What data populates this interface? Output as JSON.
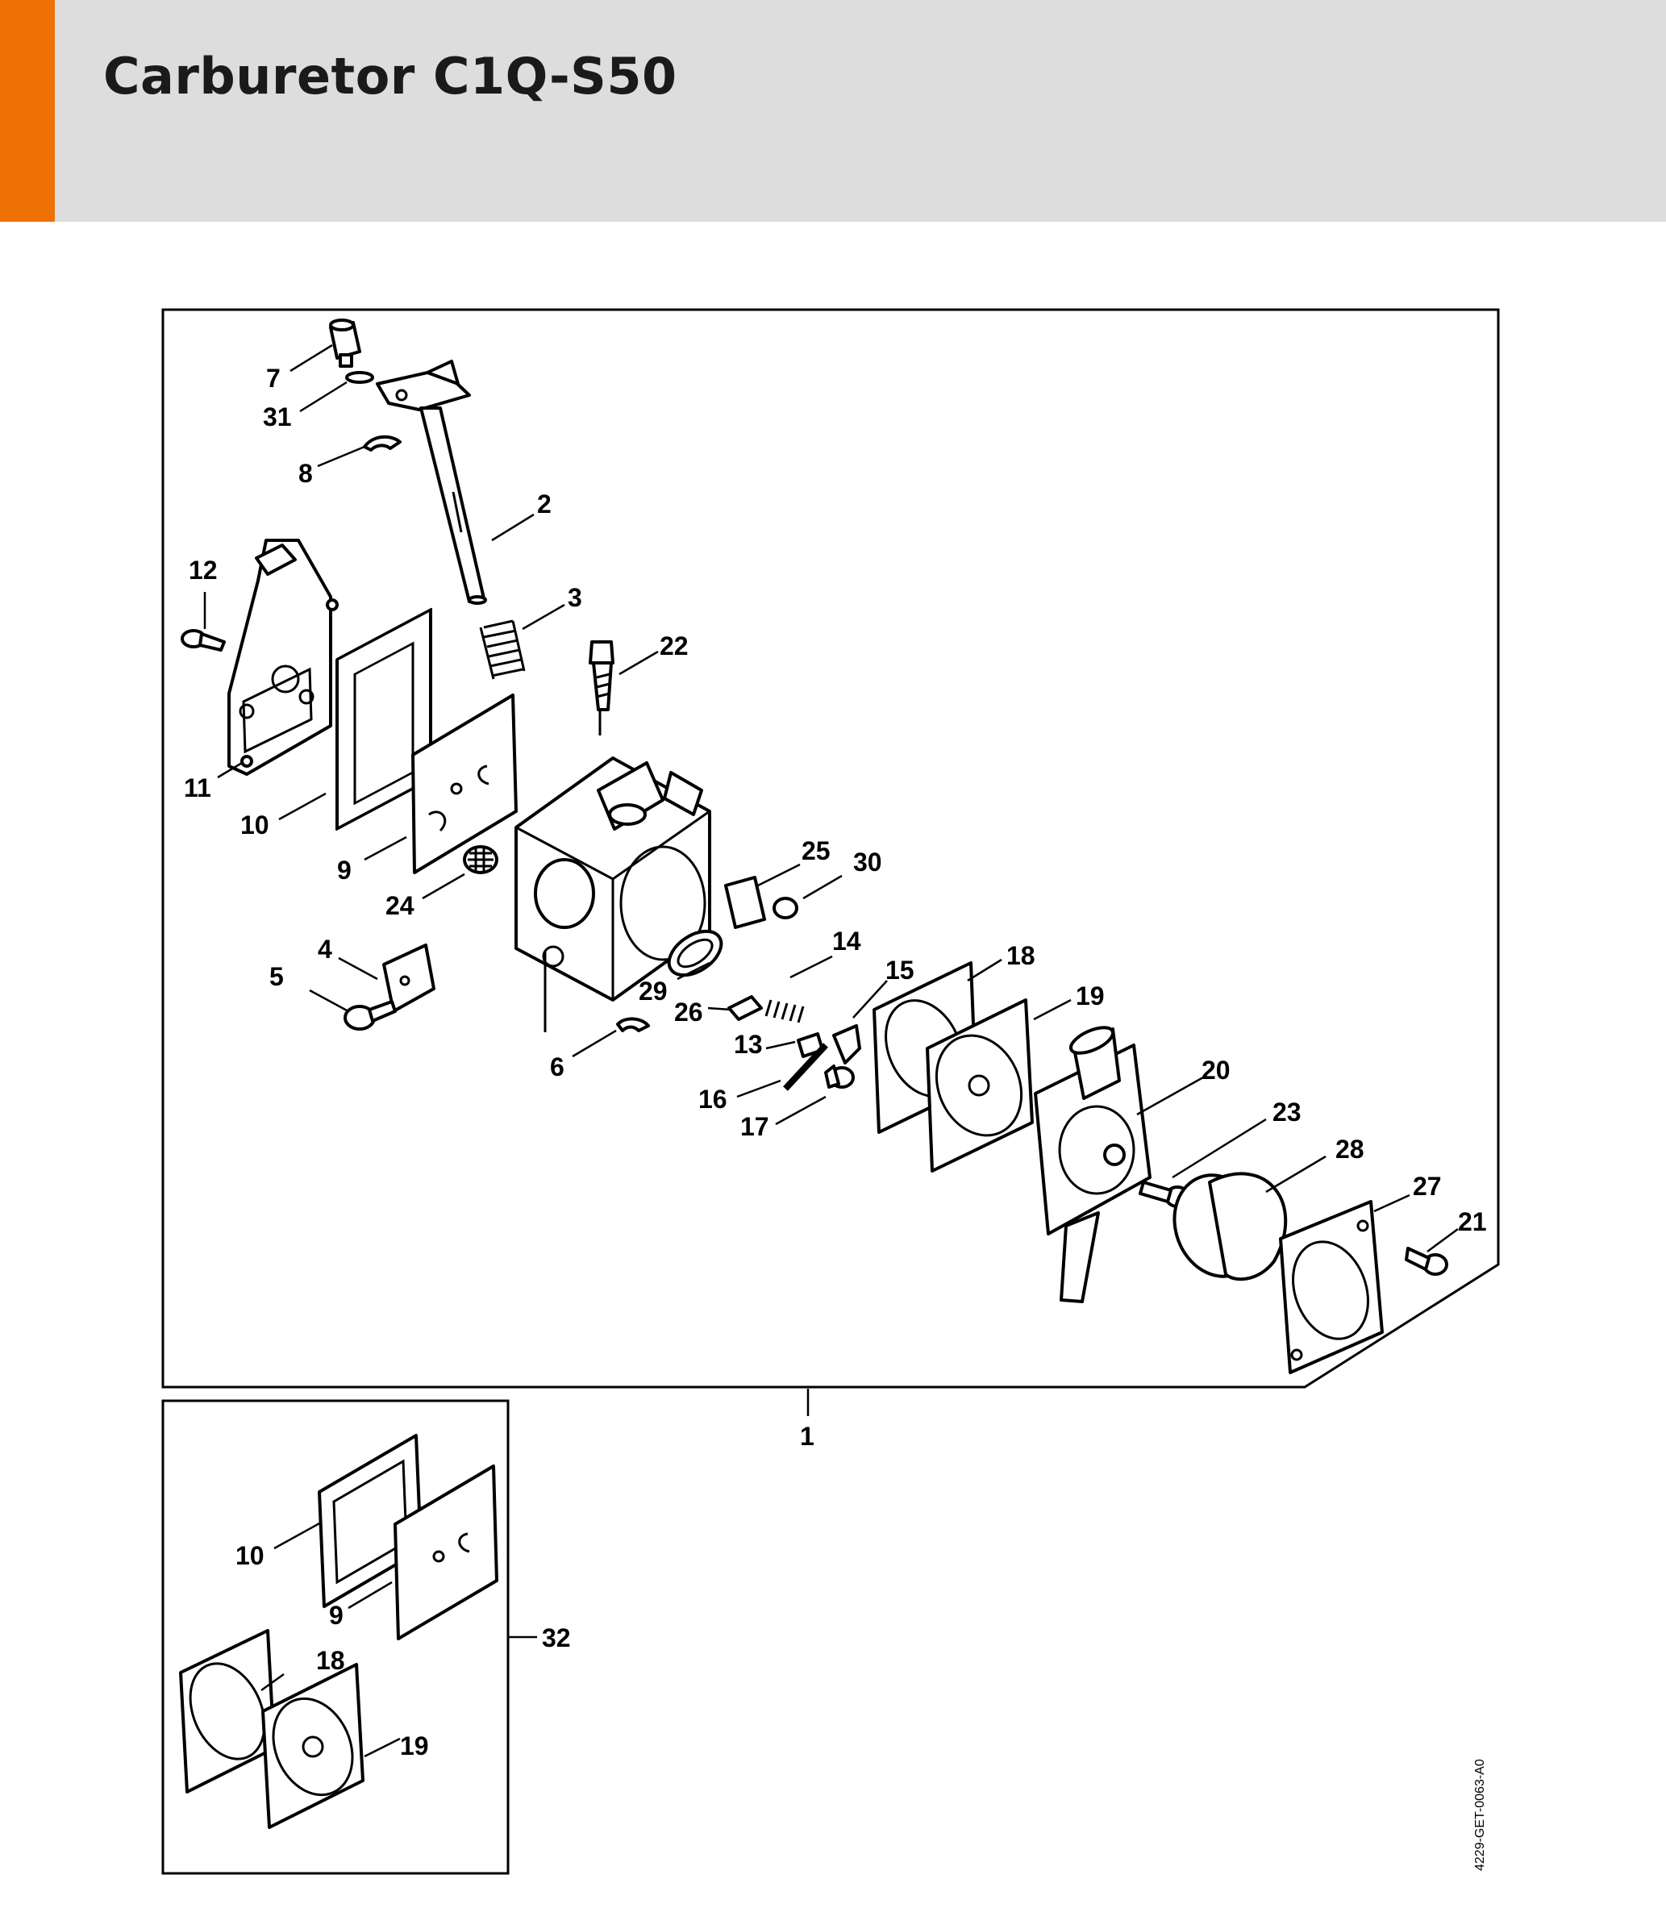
{
  "header": {
    "title": "Carburetor C1Q-S50",
    "accent_color": "#ee7203",
    "background_color": "#dcdddc"
  },
  "doc_code": "4229-GET-0063-A0",
  "callouts": {
    "c1": "1",
    "c2": "2",
    "c3": "3",
    "c4": "4",
    "c5": "5",
    "c6": "6",
    "c7": "7",
    "c8": "8",
    "c9": "9",
    "c10": "10",
    "c11": "11",
    "c12": "12",
    "c13": "13",
    "c14": "14",
    "c15": "15",
    "c16": "16",
    "c17": "17",
    "c18": "18",
    "c19": "19",
    "c20": "20",
    "c21": "21",
    "c22": "22",
    "c23": "23",
    "c24": "24",
    "c25": "25",
    "c26": "26",
    "c27": "27",
    "c28": "28",
    "c29": "29",
    "c30": "30",
    "c31": "31",
    "c32": "32",
    "k10": "10",
    "k9": "9",
    "k18": "18",
    "k19": "19"
  }
}
